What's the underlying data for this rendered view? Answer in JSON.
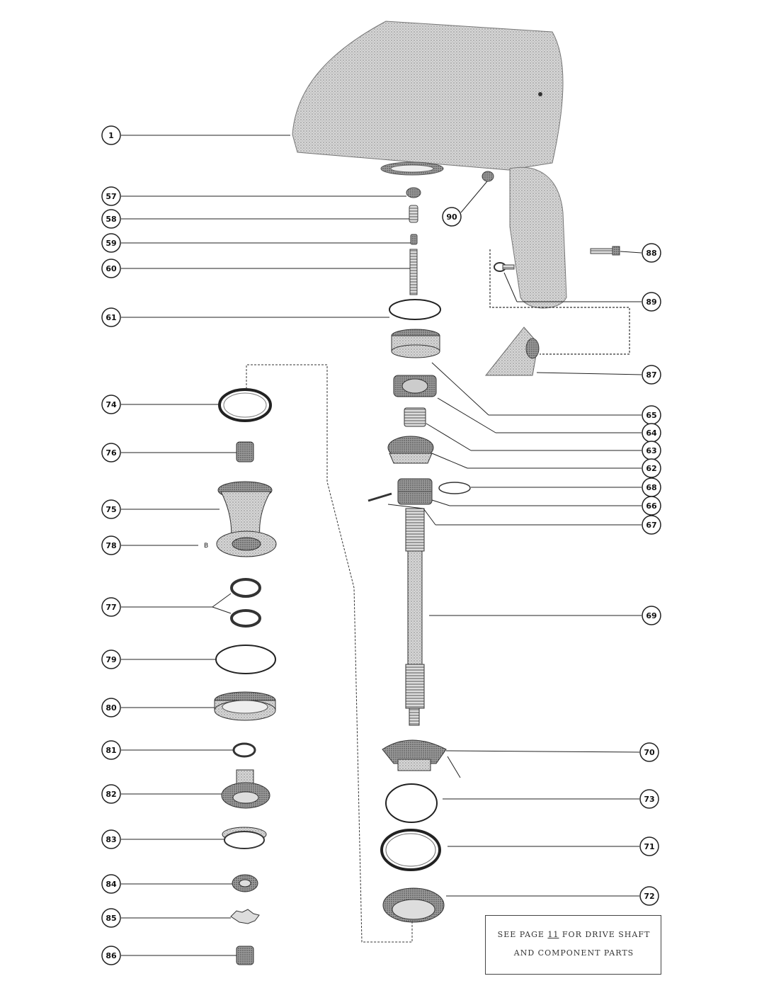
{
  "note": {
    "line1_pre": "SEE PAGE ",
    "page_ref": "11",
    "line1_post": " FOR DRIVE SHAFT",
    "line2": "AND COMPONENT PARTS"
  },
  "stray_label_b": "B",
  "callouts": [
    {
      "key": "c1",
      "number": "1"
    },
    {
      "key": "c57",
      "number": "57"
    },
    {
      "key": "c58",
      "number": "58"
    },
    {
      "key": "c59",
      "number": "59"
    },
    {
      "key": "c60",
      "number": "60"
    },
    {
      "key": "c61",
      "number": "61"
    },
    {
      "key": "c74",
      "number": "74"
    },
    {
      "key": "c76",
      "number": "76"
    },
    {
      "key": "c75",
      "number": "75"
    },
    {
      "key": "c78",
      "number": "78"
    },
    {
      "key": "c77",
      "number": "77"
    },
    {
      "key": "c79",
      "number": "79"
    },
    {
      "key": "c80",
      "number": "80"
    },
    {
      "key": "c81",
      "number": "81"
    },
    {
      "key": "c82",
      "number": "82"
    },
    {
      "key": "c83",
      "number": "83"
    },
    {
      "key": "c84",
      "number": "84"
    },
    {
      "key": "c85",
      "number": "85"
    },
    {
      "key": "c86",
      "number": "86"
    },
    {
      "key": "c90",
      "number": "90"
    },
    {
      "key": "c88",
      "number": "88"
    },
    {
      "key": "c89",
      "number": "89"
    },
    {
      "key": "c87",
      "number": "87"
    },
    {
      "key": "c65",
      "number": "65"
    },
    {
      "key": "c64",
      "number": "64"
    },
    {
      "key": "c63",
      "number": "63"
    },
    {
      "key": "c62",
      "number": "62"
    },
    {
      "key": "c68",
      "number": "68"
    },
    {
      "key": "c66",
      "number": "66"
    },
    {
      "key": "c67",
      "number": "67"
    },
    {
      "key": "c69",
      "number": "69"
    },
    {
      "key": "c70",
      "number": "70"
    },
    {
      "key": "c73",
      "number": "73"
    },
    {
      "key": "c71",
      "number": "71"
    },
    {
      "key": "c72",
      "number": "72"
    }
  ]
}
